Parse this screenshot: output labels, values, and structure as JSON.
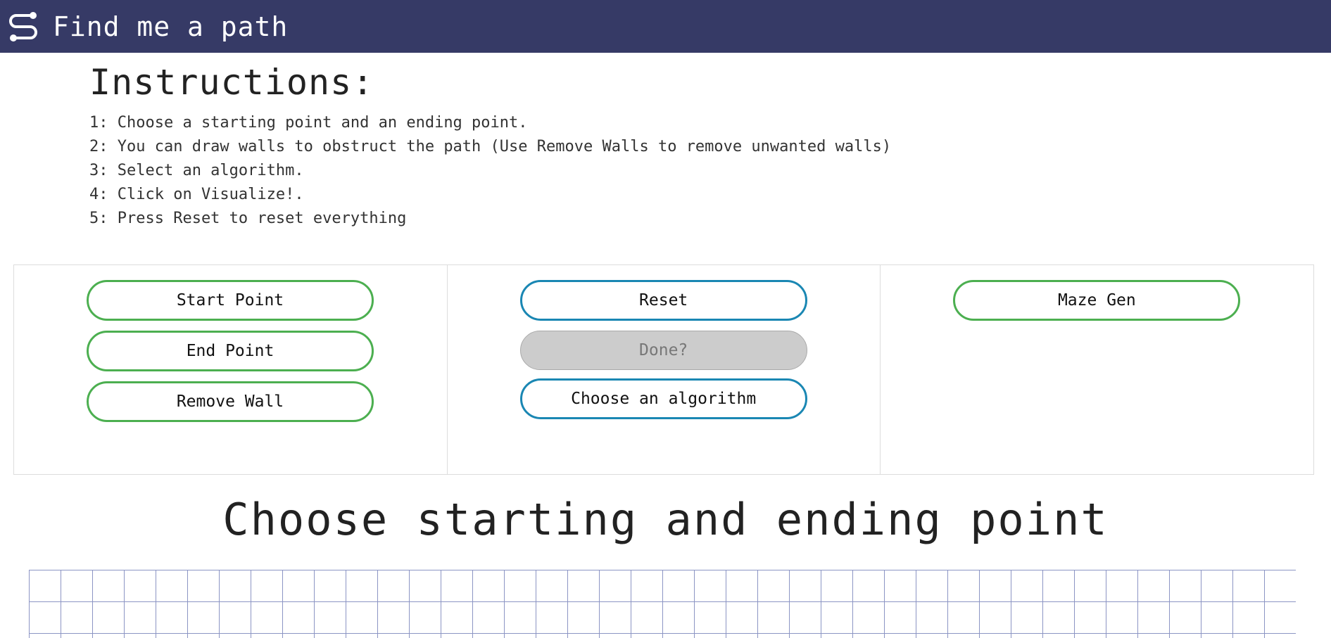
{
  "header": {
    "logo_icon": "route-path-icon",
    "title": "Find me a path",
    "background_color": "#363a66"
  },
  "instructions": {
    "heading": "Instructions:",
    "steps": [
      "1: Choose a starting point and an ending point.",
      "2: You can draw walls to obstruct the path (Use Remove Walls to remove unwanted walls)",
      "3: Select an algorithm.",
      "4: Click on Visualize!.",
      "5: Press Reset to reset everything"
    ]
  },
  "controls": {
    "left": {
      "start_point": "Start Point",
      "end_point": "End Point",
      "remove_wall": "Remove Wall"
    },
    "middle": {
      "reset": "Reset",
      "done": "Done?",
      "choose_algorithm": "Choose an algorithm"
    },
    "right": {
      "maze_gen": "Maze Gen"
    },
    "colors": {
      "green_border": "#4caf50",
      "blue_border": "#1a87b3",
      "disabled_bg": "#cccccc"
    }
  },
  "status": {
    "message": "Choose starting and ending point"
  },
  "grid": {
    "line_color": "#8c95c4"
  }
}
